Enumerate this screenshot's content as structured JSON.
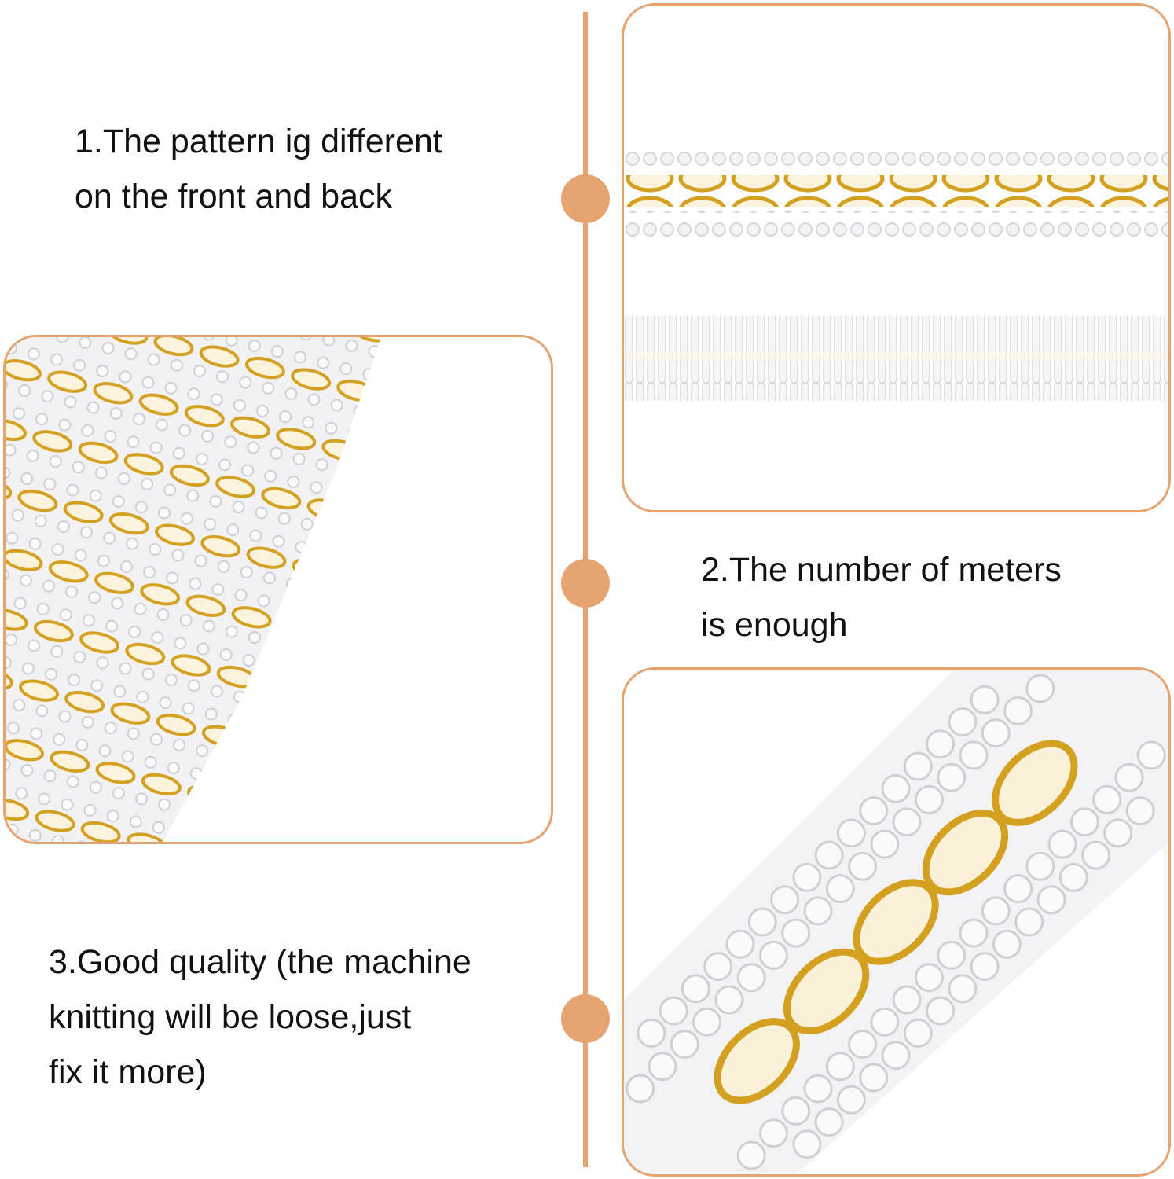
{
  "captions": [
    {
      "lines": [
        "1.The pattern ig different",
        "on the front and back"
      ]
    },
    {
      "lines": [
        "2.The number of meters",
        "is enough"
      ]
    },
    {
      "lines": [
        "3.Good quality (the machine",
        "knitting will be loose,just",
        "fix it more)"
      ]
    }
  ],
  "colors": {
    "accent": "#e6a472",
    "gold": "#d4a020",
    "white_braid": "#f2f2f4"
  }
}
